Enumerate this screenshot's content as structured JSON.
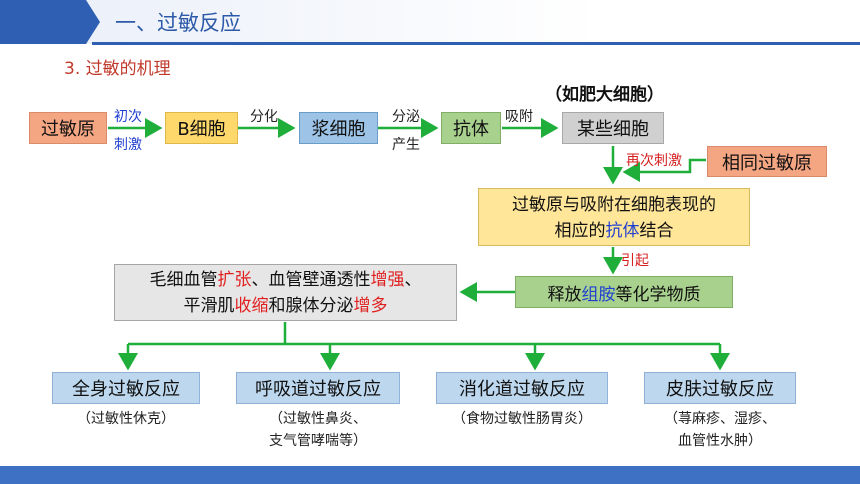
{
  "header": {
    "title": "一、过敏反应"
  },
  "section": {
    "title": "3.  过敏的机理"
  },
  "nodes": {
    "allergen": "过敏原",
    "b_cell": "B细胞",
    "plasma_cell": "浆细胞",
    "antibody": "抗体",
    "certain_cells": "某些细胞",
    "certain_cells_note": "（如肥大细胞）",
    "same_allergen": "相同过敏原",
    "binding": {
      "line1": "过敏原与吸附在细胞表现的",
      "line2_pre": "相应的",
      "line2_hl": "抗体",
      "line2_post": "结合"
    },
    "release": {
      "pre": "释放",
      "hl": "组胺",
      "post": "等化学物质"
    },
    "effects": {
      "line1_a": "毛细血管",
      "line1_b": "扩张",
      "line1_c": "、血管壁通透性",
      "line1_d": "增强",
      "line1_e": "、",
      "line2_a": "平滑肌",
      "line2_b": "收缩",
      "line2_c": "和腺体分泌",
      "line2_d": "增多"
    }
  },
  "edges": {
    "first_stim_1": "初次",
    "first_stim_2": "刺激",
    "differentiate": "分化",
    "secrete_1": "分泌",
    "secrete_2": "产生",
    "adsorb": "吸附",
    "restim": "再次刺激",
    "trigger": "引起"
  },
  "reactions": [
    {
      "name": "全身过敏反应",
      "note1": "（过敏性休克）",
      "note2": ""
    },
    {
      "name": "呼吸道过敏反应",
      "note1": "（过敏性鼻炎、",
      "note2": "支气管哮喘等）"
    },
    {
      "name": "消化道过敏反应",
      "note1": "（食物过敏性肠胃炎）",
      "note2": ""
    },
    {
      "name": "皮肤过敏反应",
      "note1": "（荨麻疹、湿疹、",
      "note2": "血管性水肿）"
    }
  ],
  "colors": {
    "arrow": "#1fae3a",
    "header_blue": "#2f5fb3",
    "highlight_red": "#e02020",
    "highlight_blue": "#1f3fd0"
  }
}
